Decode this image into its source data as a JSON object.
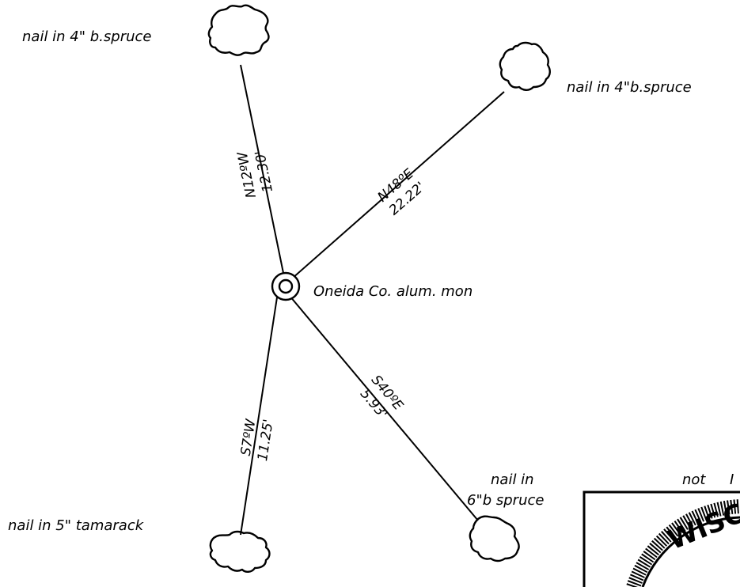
{
  "monument": {
    "label": "Oneida Co. alum. mon"
  },
  "witness_trees": [
    {
      "id": "nw",
      "label": "nail in 4\" b.spruce",
      "bearing": "N12ºW",
      "distance": "12.30'"
    },
    {
      "id": "ne",
      "label": "nail in 4\"b.spruce",
      "bearing": "N48ºE",
      "distance": "22.22'"
    },
    {
      "id": "se",
      "label_line1": "nail in",
      "label_line2": "6\"b spruce",
      "bearing": "S40ºE",
      "distance": "5.93'"
    },
    {
      "id": "sw",
      "label": "nail in 5\" tamarack",
      "bearing": "S7ºW",
      "distance": "11.25'"
    }
  ],
  "corner_note": "not",
  "seal_text": "WISC",
  "colors": {
    "ink": "#000000",
    "paper": "#ffffff"
  }
}
